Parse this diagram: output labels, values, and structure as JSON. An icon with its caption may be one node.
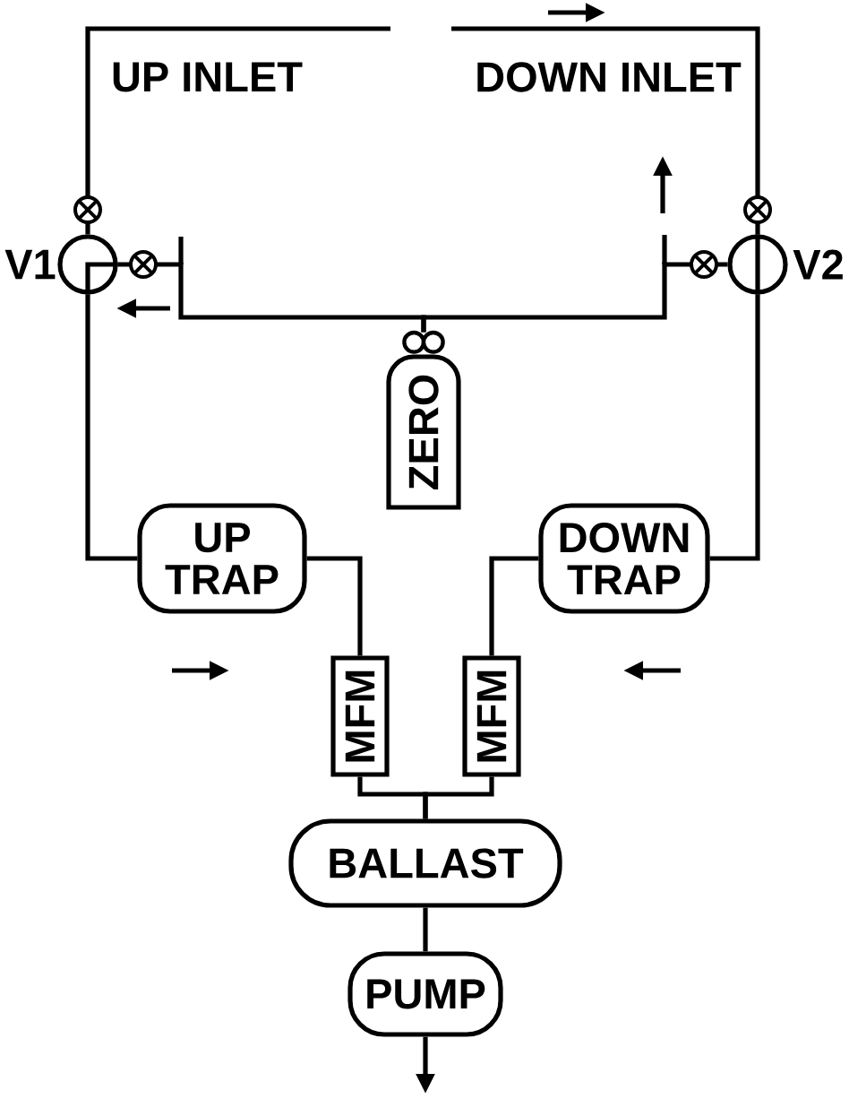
{
  "diagram": {
    "nodes": [
      {
        "text": [],
        "shape": "circle",
        "beside": [
          "V1"
        ]
      },
      {
        "text": [],
        "shape": "circle",
        "beside": [
          "V2"
        ]
      },
      {
        "text": [
          "ZERO"
        ]
      },
      {
        "text": [
          "UP TRAP"
        ]
      },
      {
        "text": [
          "DOWN TRAP"
        ]
      },
      {
        "text": [
          "MFM"
        ]
      },
      {
        "text": [
          "MFM"
        ]
      },
      {
        "text": [
          "BALLAST"
        ]
      },
      {
        "text": [
          "PUMP"
        ]
      }
    ],
    "edges": [
      {
        "from": null,
        "to": 0,
        "arrow": "none"
      },
      {
        "from": null,
        "to": 1,
        "arrow": "none"
      },
      {
        "from": 2,
        "to": 0,
        "arrow": "none"
      },
      {
        "from": 2,
        "to": 1,
        "arrow": "none"
      },
      {
        "from": 0,
        "to": 3,
        "arrow": "none"
      },
      {
        "from": 1,
        "to": 4,
        "arrow": "none"
      },
      {
        "from": 3,
        "to": 5,
        "arrow": "none"
      },
      {
        "from": 4,
        "to": 6,
        "arrow": "none"
      },
      {
        "from": 5,
        "to": 7,
        "arrow": "none"
      },
      {
        "from": 6,
        "to": 7,
        "arrow": "none"
      },
      {
        "from": 7,
        "to": 8,
        "arrow": "none"
      },
      {
        "from": 8,
        "to": null,
        "arrow": "to"
      }
    ],
    "labels": [
      "UP INLET",
      "DOWN INLET"
    ]
  }
}
